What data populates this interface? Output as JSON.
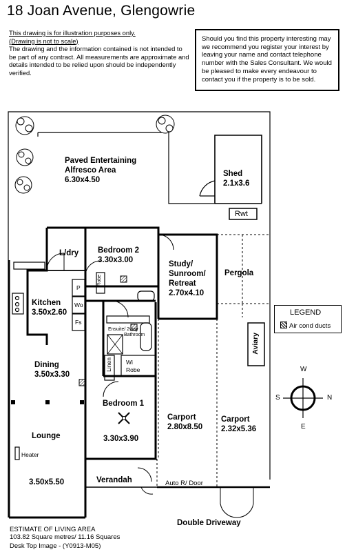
{
  "title": "18 Joan Avenue, Glengowrie",
  "disclaimer": {
    "line1": "This drawing is for illustration purposes only.",
    "line2": "(Drawing is not to scale)",
    "body": "The drawing and the information contained is not intended to be part of any contract.  All measurements are approximate and details intended to be relied upon should be independently verified."
  },
  "notice": "Should you find this property interesting may we recommend you register your interest by leaving your name and contact telephone number with the Sales Consultant. We would be pleased to make every endeavour to contact you if the property is to be sold.",
  "rooms": {
    "alfresco_name": "Paved Entertaining",
    "alfresco_name2": "Alfresco Area",
    "alfresco_size": "6.30x4.50",
    "shed_name": "Shed",
    "shed_size": "2.1x3.6",
    "rwt": "Rwt",
    "laundry": "L/dry",
    "bedroom2_name": "Bedroom 2",
    "bedroom2_size": "3.30x3.00",
    "robe": "Robe",
    "study_name1": "Study/",
    "study_name2": "Sunroom/",
    "study_name3": "Retreat",
    "study_size": "2.70x4.10",
    "pergola": "Pergola",
    "kitchen_name": "Kitchen",
    "kitchen_size": "3.50x2.60",
    "pantry": "P",
    "wall_oven": "Wo",
    "fridge_space": "Fs",
    "ensuite": "Ensuite/ 2way",
    "bathroom": "Bathroom",
    "aviary": "Aviary",
    "dining_name": "Dining",
    "dining_size": "3.50x3.30",
    "linen": "Linen",
    "wi_robe1": "Wi",
    "wi_robe2": "Robe",
    "bedroom1_name": "Bedroom 1",
    "bedroom1_size": "3.30x3.90",
    "carport1_name": "Carport",
    "carport1_size": "2.80x8.50",
    "carport2_name": "Carport",
    "carport2_size": "2.32x5.36",
    "lounge": "Lounge",
    "heater": "Heater",
    "lounge_size": "3.50x5.50",
    "verandah": "Verandah",
    "auto_door": "Auto R/ Door",
    "driveway": "Double Driveway"
  },
  "legend": {
    "title": "LEGEND",
    "item": "Air cond ducts"
  },
  "compass": {
    "n": "N",
    "s": "S",
    "e": "E",
    "w": "W"
  },
  "footer": {
    "line1": "ESTIMATE OF LIVING AREA",
    "line2": "103.82 Square metres/  11.16 Squares",
    "line3": "Desk Top Image - (Y0913-M05)"
  }
}
